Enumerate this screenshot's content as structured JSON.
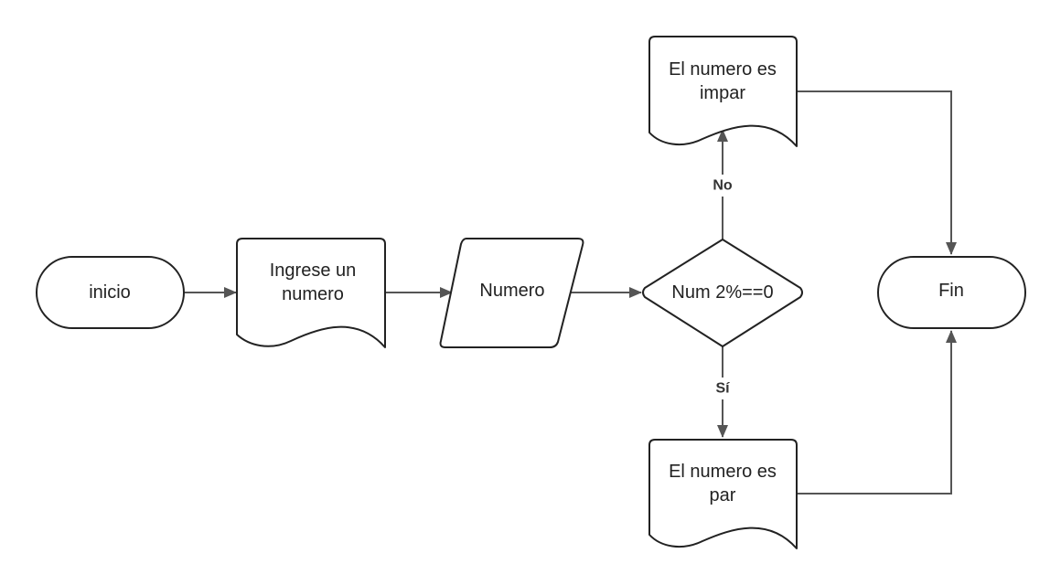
{
  "colors": {
    "node_stroke": "#222222",
    "node_fill": "#ffffff",
    "edge_stroke": "#555555",
    "text": "#222222"
  },
  "nodes": {
    "start": {
      "label": "inicio",
      "shape": "terminator"
    },
    "prompt": {
      "label": "Ingrese un numero",
      "line1": "Ingrese un",
      "line2": "numero",
      "shape": "document"
    },
    "input": {
      "label": "Numero",
      "shape": "data"
    },
    "decision": {
      "label": "Num 2%==0",
      "shape": "decision"
    },
    "odd": {
      "label": "El numero es impar",
      "line1": "El numero es",
      "line2": "impar",
      "shape": "document"
    },
    "even": {
      "label": "El numero es par",
      "line1": "El numero es",
      "line2": "par",
      "shape": "document"
    },
    "end": {
      "label": "Fin",
      "shape": "terminator"
    }
  },
  "edges": {
    "no_label": "No",
    "yes_label": "Sí"
  }
}
